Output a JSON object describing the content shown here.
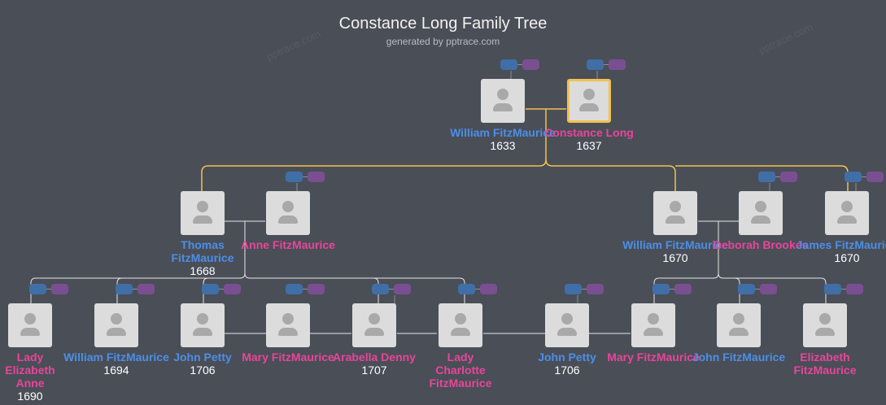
{
  "title": "Constance Long Family Tree",
  "subtitle": "generated by pptrace.com",
  "watermark": "pptrace.com",
  "colors": {
    "male": "#4a8fe6",
    "female": "#e8459a",
    "focus": "#f2c14e"
  },
  "people": {
    "william_1633": {
      "name": "William FitzMaurice",
      "year": "1633",
      "sex": "m"
    },
    "constance_1637": {
      "name": "Constance Long",
      "year": "1637",
      "sex": "f"
    },
    "thomas_1668": {
      "name": "Thomas FitzMaurice",
      "year": "1668",
      "sex": "m"
    },
    "anne": {
      "name": "Anne FitzMaurice",
      "year": "",
      "sex": "f"
    },
    "william_1670": {
      "name": "William FitzMaurice",
      "year": "1670",
      "sex": "m"
    },
    "deborah": {
      "name": "Deborah Brookes",
      "year": "",
      "sex": "f"
    },
    "james_1670": {
      "name": "James FitzMaurice",
      "year": "1670",
      "sex": "m"
    },
    "lady_elizabeth": {
      "name": "Lady Elizabeth Anne",
      "year": "1690",
      "sex": "f"
    },
    "william_1694": {
      "name": "William FitzMaurice",
      "year": "1694",
      "sex": "m"
    },
    "john_petty_a": {
      "name": "John Petty",
      "year": "1706",
      "sex": "m"
    },
    "mary_a": {
      "name": "Mary FitzMaurice",
      "year": "",
      "sex": "f"
    },
    "arabella": {
      "name": "Arabella Denny",
      "year": "1707",
      "sex": "f"
    },
    "lady_charlotte": {
      "name": "Lady Charlotte FitzMaurice",
      "year": "",
      "sex": "f"
    },
    "john_petty_b": {
      "name": "John Petty",
      "year": "1706",
      "sex": "m"
    },
    "mary_b": {
      "name": "Mary FitzMaurice",
      "year": "",
      "sex": "f"
    },
    "john_fm": {
      "name": "John FitzMaurice",
      "year": "",
      "sex": "m"
    },
    "elizabeth_fm": {
      "name": "Elizabeth FitzMaurice",
      "year": "",
      "sex": "f"
    }
  }
}
